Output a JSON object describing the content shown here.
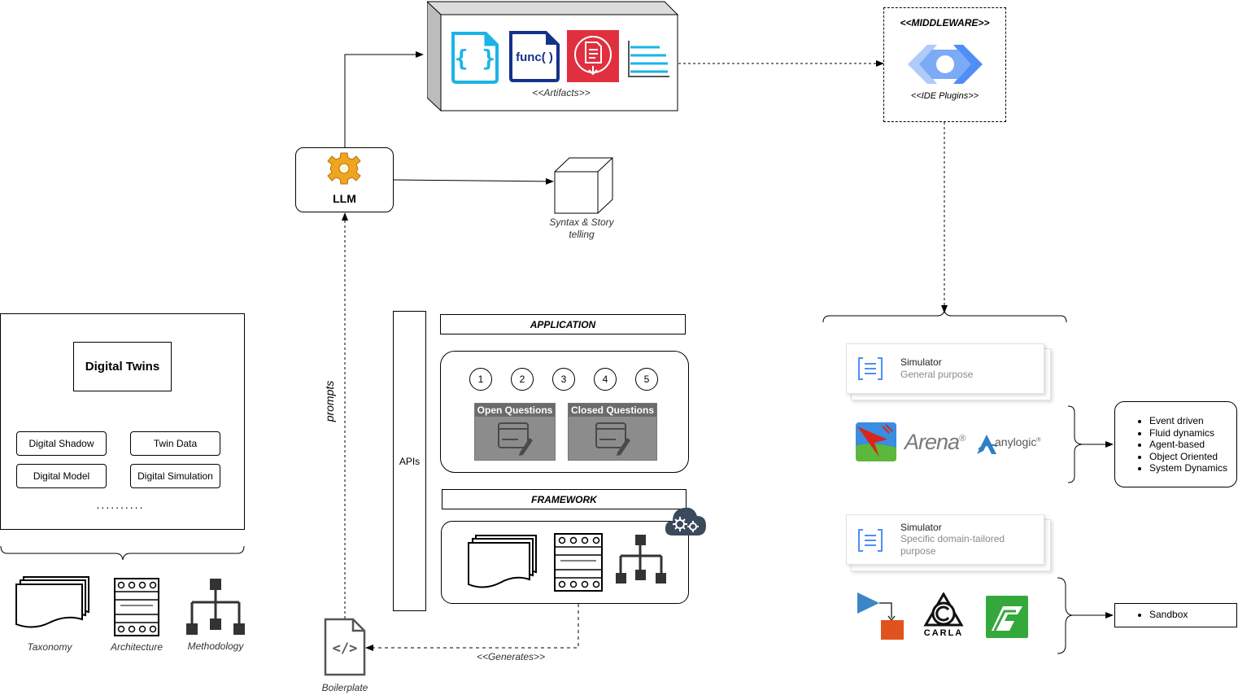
{
  "artifacts": {
    "caption": "<<Artifacts>>",
    "func_label": "func( )",
    "json_label": "{ }"
  },
  "middleware": {
    "title": "<<MIDDLEWARE>>",
    "caption": "<<IDE Plugins>>"
  },
  "llm": {
    "label": "LLM"
  },
  "syntax": {
    "caption_line1": "Syntax & Story",
    "caption_line2": "telling"
  },
  "digital_twins": {
    "title": "Digital Twins",
    "items": [
      "Digital Shadow",
      "Twin Data",
      "Digital Model",
      "Digital Simulation"
    ],
    "ellipsis": "..........",
    "icons": [
      "Taxonomy",
      "Architecture",
      "Methodology"
    ]
  },
  "prompts_label": "prompts",
  "apis_label": "APIs",
  "application": {
    "title": "APPLICATION",
    "steps": [
      "1",
      "2",
      "3",
      "4",
      "5"
    ],
    "forms": [
      "Open Questions",
      "Closed Questions"
    ]
  },
  "framework": {
    "title": "FRAMEWORK"
  },
  "boilerplate": {
    "label": "Boilerplate",
    "generates": "<<Generates>>",
    "code_glyph": "</>"
  },
  "simulators": [
    {
      "title": "Simulator",
      "subtitle_lines": [
        "General purpose"
      ]
    },
    {
      "title": "Simulator",
      "subtitle_lines": [
        "Specific domain-tailored",
        "purpose"
      ]
    }
  ],
  "general_tools": {
    "arena": "Arena",
    "arena_mark": "®",
    "anylogic": "anylogic",
    "anylogic_mark": "®"
  },
  "specific_tools": {
    "carla": "CARLA"
  },
  "paradigms": [
    "Event driven",
    "Fluid dynamics",
    "Agent-based",
    "Object Oriented",
    "System Dynamics"
  ],
  "sandbox": [
    "Sandbox"
  ],
  "colors": {
    "cyan": "#1ab4e6",
    "navy": "#15328a",
    "red": "#e0303f",
    "google_blue": "#4f8ef7",
    "form_gray": "#8c8c8c"
  }
}
